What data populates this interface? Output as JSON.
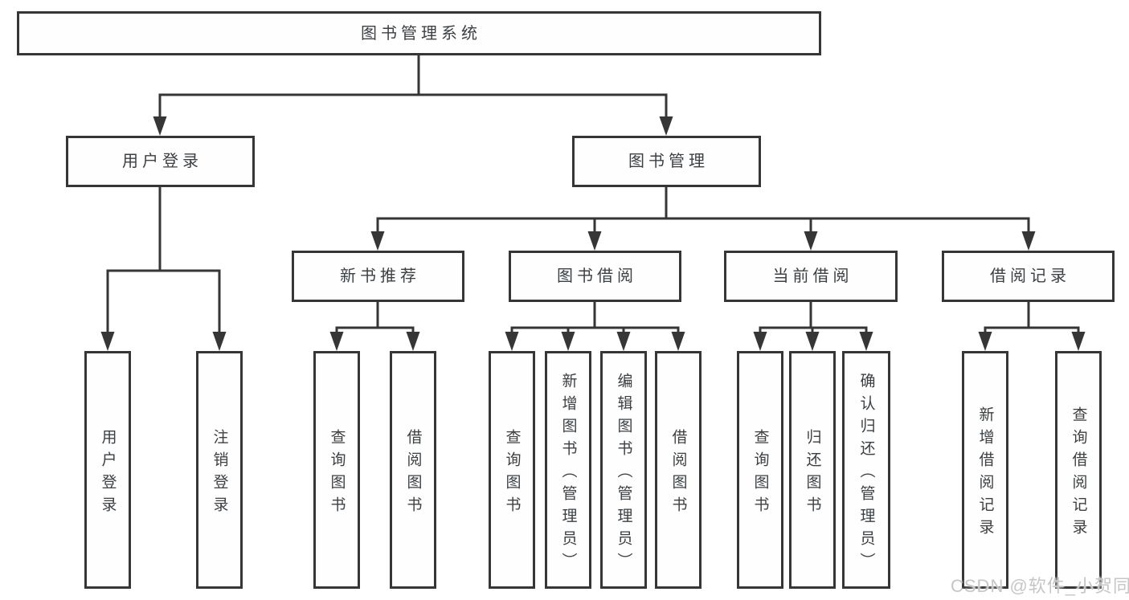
{
  "diagram": {
    "root": {
      "label": "图书管理系统"
    },
    "level2": [
      {
        "id": "user-login",
        "label": "用户登录"
      },
      {
        "id": "book-management",
        "label": "图书管理"
      }
    ],
    "level3": [
      {
        "id": "new-book-recommend",
        "label": "新书推荐",
        "parent": "图书管理"
      },
      {
        "id": "book-borrow",
        "label": "图书借阅",
        "parent": "图书管理"
      },
      {
        "id": "current-borrow",
        "label": "当前借阅",
        "parent": "图书管理"
      },
      {
        "id": "borrow-records",
        "label": "借阅记录",
        "parent": "图书管理"
      }
    ],
    "leaves": [
      {
        "parent": "用户登录",
        "label": "用户登录"
      },
      {
        "parent": "用户登录",
        "label": "注销登录"
      },
      {
        "parent": "新书推荐",
        "label": "查询图书"
      },
      {
        "parent": "新书推荐",
        "label": "借阅图书"
      },
      {
        "parent": "图书借阅",
        "label": "查询图书"
      },
      {
        "parent": "图书借阅",
        "label": "新增图书（管理员）"
      },
      {
        "parent": "图书借阅",
        "label": "编辑图书（管理员）"
      },
      {
        "parent": "图书借阅",
        "label": "借阅图书"
      },
      {
        "parent": "当前借阅",
        "label": "查询图书"
      },
      {
        "parent": "当前借阅",
        "label": "归还图书"
      },
      {
        "parent": "当前借阅",
        "label": "确认归还（管理员）"
      },
      {
        "parent": "借阅记录",
        "label": "新增借阅记录"
      },
      {
        "parent": "借阅记录",
        "label": "查询借阅记录"
      }
    ],
    "colors": {
      "line": "#363636",
      "box_border": "#363636",
      "text": "#3c4043",
      "background": "#ffffff",
      "watermark": "#c6c6c6"
    }
  },
  "watermark": {
    "text": "CSDN @软件_小贺同学"
  }
}
